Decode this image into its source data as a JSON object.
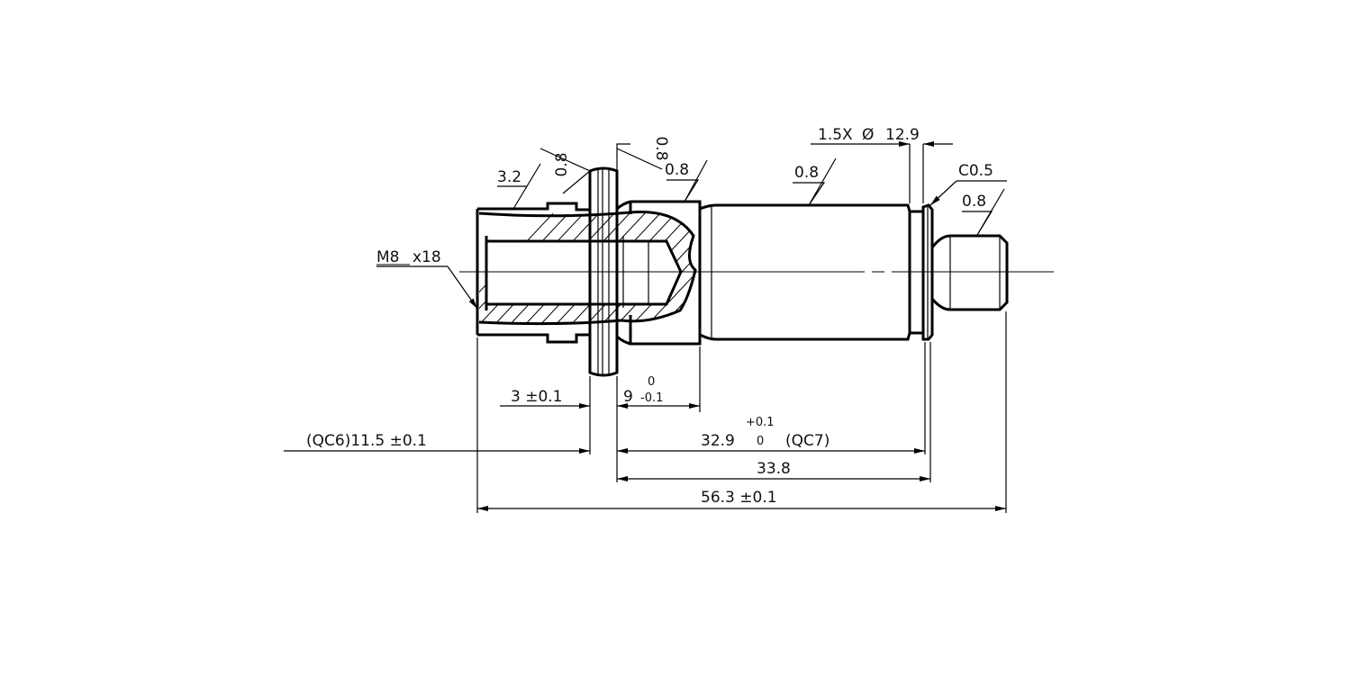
{
  "colors": {
    "line": "#000000",
    "background": "#ffffff"
  },
  "annotations": {
    "thread": "M8",
    "thread_depth": "x18",
    "roughness_left": "3.2",
    "roughness_flange_left": "0.8",
    "roughness_flange_right": "0.8",
    "roughness_hex": "0.8",
    "roughness_shaft": "0.8",
    "roughness_pin": "0.8",
    "groove": "1.5X",
    "groove_diameter": "12.9",
    "diameter_symbol": "Ø",
    "chamfer": "C0.5"
  },
  "dimensions": {
    "flange_width": "3 ±0.1",
    "hex_length": "9",
    "hex_tol_upper": "0",
    "hex_tol_lower": "-0.1",
    "left_length": "(QC6)11.5 ±0.1",
    "shaft_length": "32.9",
    "shaft_tol_upper": "+0.1",
    "shaft_tol_lower": "0",
    "shaft_note": "(QC7)",
    "to_collar": "33.8",
    "overall": "56.3 ±0.1"
  }
}
